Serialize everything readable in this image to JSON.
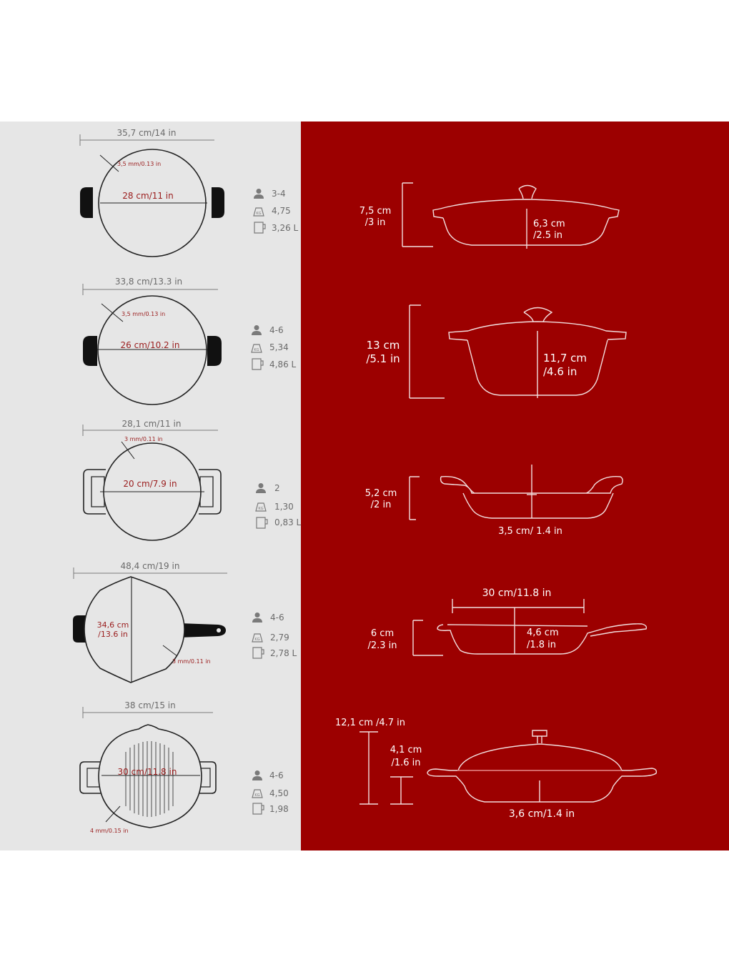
{
  "colors": {
    "left_panel": "#e6e6e6",
    "right_panel": "#9c0000",
    "accent_text": "#9a1c1c",
    "line_dark": "#222222"
  },
  "icons": [
    "person-icon",
    "kg-weight-icon",
    "measuring-cup-icon"
  ],
  "products": [
    {
      "top": {
        "width": "35,7 cm/14 in",
        "thickness": "3,5 mm/0.13 in",
        "diameter": "28 cm/11 in"
      },
      "specs": {
        "servings": "3-4",
        "weight": "4,75",
        "volume": "3,26 L"
      },
      "side": {
        "total_h": [
          "7,5 cm",
          "/3 in"
        ],
        "inner_h": [
          "6,3 cm",
          "/2.5 in"
        ]
      }
    },
    {
      "top": {
        "width": "33,8 cm/13.3 in",
        "thickness": "3,5 mm/0.13 in",
        "diameter": "26 cm/10.2 in"
      },
      "specs": {
        "servings": "4-6",
        "weight": "5,34",
        "volume": "4,86 L"
      },
      "side": {
        "total_h": [
          "13 cm",
          "/5.1 in"
        ],
        "inner_h": [
          "11,7 cm",
          "/4.6 in"
        ]
      }
    },
    {
      "top": {
        "width": "28,1 cm/11 in",
        "thickness": "3 mm/0.11 in",
        "diameter": "20 cm/7.9 in"
      },
      "specs": {
        "servings": "2",
        "weight": "1,30",
        "volume": "0,83 L"
      },
      "side": {
        "total_h": [
          "5,2 cm",
          "/2 in"
        ],
        "bottom": "3,5 cm/ 1.4 in"
      }
    },
    {
      "top": {
        "width": "48,4 cm/19 in",
        "thickness": "3 mm/0.11 in",
        "diameter": [
          "34,6 cm",
          "/13.6 in"
        ]
      },
      "specs": {
        "servings": "4-6",
        "weight": "2,79",
        "volume": "2,78 L"
      },
      "side": {
        "width": "30 cm/11.8 in",
        "total_h": [
          "6 cm",
          "/2.3 in"
        ],
        "inner_h": [
          "4,6 cm",
          "/1.8 in"
        ]
      }
    },
    {
      "top": {
        "width": "38 cm/15 in",
        "thickness": "4 mm/0.15 in",
        "diameter": "30 cm/11.8 in"
      },
      "specs": {
        "servings": "4-6",
        "weight": "4,50",
        "volume": "1,98"
      },
      "side": {
        "total_h": "12,1 cm /4.7 in",
        "lid_h": [
          "4,1 cm",
          "/1.6 in"
        ],
        "bottom": "3,6 cm/1.4 in"
      }
    }
  ]
}
